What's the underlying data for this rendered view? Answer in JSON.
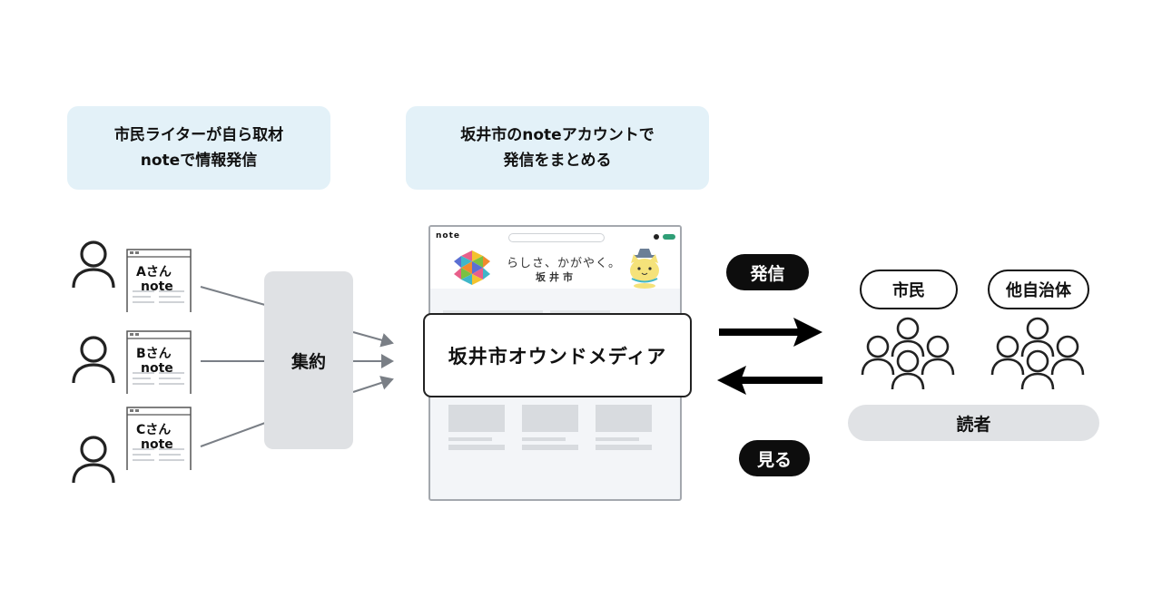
{
  "captions": {
    "left": "市民ライターが自ら取材\nnoteで情報発信",
    "center": "坂井市のnoteアカウントで\n発信をまとめる"
  },
  "writers": [
    {
      "name": "Aさん",
      "platform": "note"
    },
    {
      "name": "Bさん",
      "platform": "note"
    },
    {
      "name": "Cさん",
      "platform": "note"
    }
  ],
  "aggregate_label": "集約",
  "mock_page": {
    "logo": "note",
    "banner_text": "らしさ、かがやく。",
    "banner_city": "坂井市"
  },
  "media_label": "坂井市オウンドメディア",
  "arrows": {
    "send_label": "発信",
    "view_label": "見る"
  },
  "groups": [
    {
      "label": "市民"
    },
    {
      "label": "他自治体"
    }
  ],
  "readers_label": "読者",
  "icons": [
    "person-icon",
    "note-page-icon",
    "people-group-icon",
    "arrow-right-icon",
    "arrow-left-icon"
  ]
}
